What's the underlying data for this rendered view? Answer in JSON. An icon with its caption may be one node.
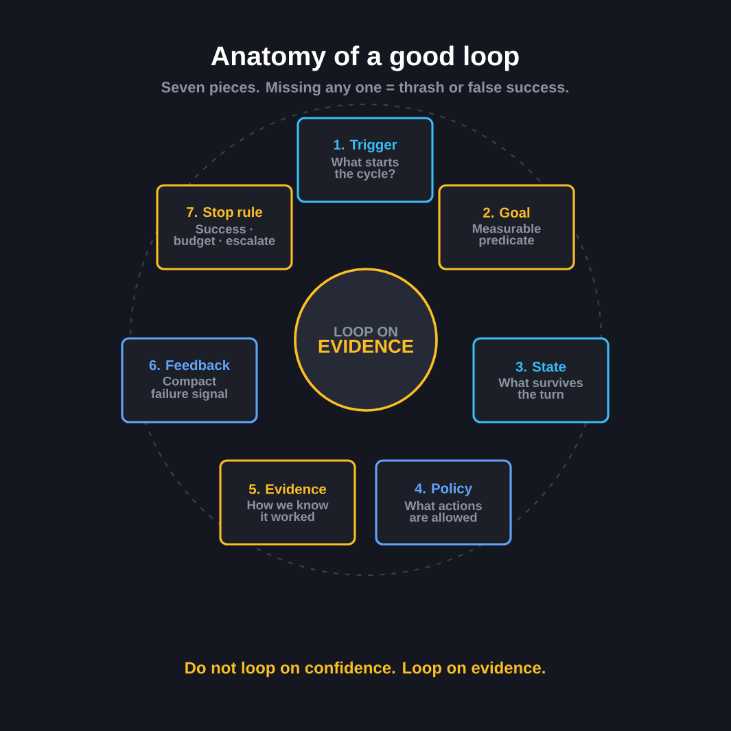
{
  "diagram": {
    "title": "Anatomy of a good loop",
    "nodes": [
      {
        "text": [
          "1. Trigger",
          "What starts the cycle?"
        ]
      },
      {
        "text": [
          "2. Goal",
          "Measurable predicate"
        ]
      },
      {
        "text": [
          "3. State",
          "What survives the turn"
        ]
      },
      {
        "text": [
          "4. Policy",
          "What actions are allowed"
        ]
      },
      {
        "text": [
          "5. Evidence",
          "How we know it worked"
        ]
      },
      {
        "text": [
          "6. Feedback",
          "Compact failure signal"
        ]
      },
      {
        "text": [
          "7. Stop rule",
          "Success · budget · escalate"
        ]
      },
      {
        "text": [
          "LOOP ON",
          "EVIDENCE"
        ]
      }
    ],
    "edges": [],
    "labels": [
      "Seven pieces. Missing any one = thrash or false success."
    ],
    "caption": "Do not loop on confidence. Loop on evidence."
  }
}
